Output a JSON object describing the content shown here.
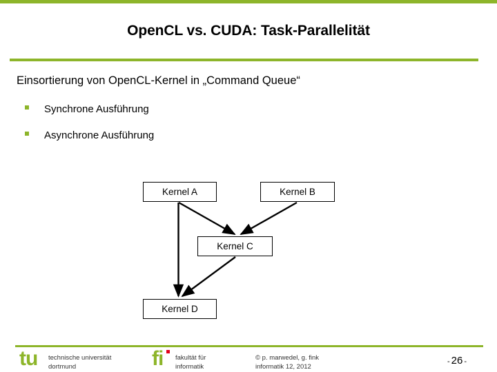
{
  "theme": {
    "accent_green": "#8DB52A",
    "logo_dot_red": "#E3001B",
    "text_black": "#000000",
    "background": "#ffffff"
  },
  "header": {
    "title": "OpenCL vs. CUDA: Task-Parallelität"
  },
  "body": {
    "lead_line": "Einsortierung von OpenCL-Kernel in „Command Queue“",
    "bullets": [
      {
        "marker": "green-square-bullet",
        "label": "Synchrone Ausführung"
      },
      {
        "marker": "green-square-bullet",
        "label": "Asynchrone Ausführung"
      }
    ]
  },
  "diagram": {
    "type": "task-dependency-graph",
    "nodes": [
      {
        "id": "a",
        "label": "Kernel A"
      },
      {
        "id": "b",
        "label": "Kernel B"
      },
      {
        "id": "c",
        "label": "Kernel C"
      },
      {
        "id": "d",
        "label": "Kernel D"
      }
    ],
    "edges": [
      {
        "from": "a",
        "to": "c"
      },
      {
        "from": "b",
        "to": "c"
      },
      {
        "from": "a",
        "to": "d"
      },
      {
        "from": "c",
        "to": "d"
      }
    ]
  },
  "footer": {
    "logo_tu_text": "tu",
    "logo_fi_text": "fi",
    "tu_lines": "technische universität\ndortmund",
    "fi_lines": "fakultät für\ninformatik",
    "copyright_lines": "© p. marwedel, g. fink\ninformatik 12,  2012",
    "page_prefix": "-",
    "page_number": "26",
    "page_suffix": "-"
  }
}
